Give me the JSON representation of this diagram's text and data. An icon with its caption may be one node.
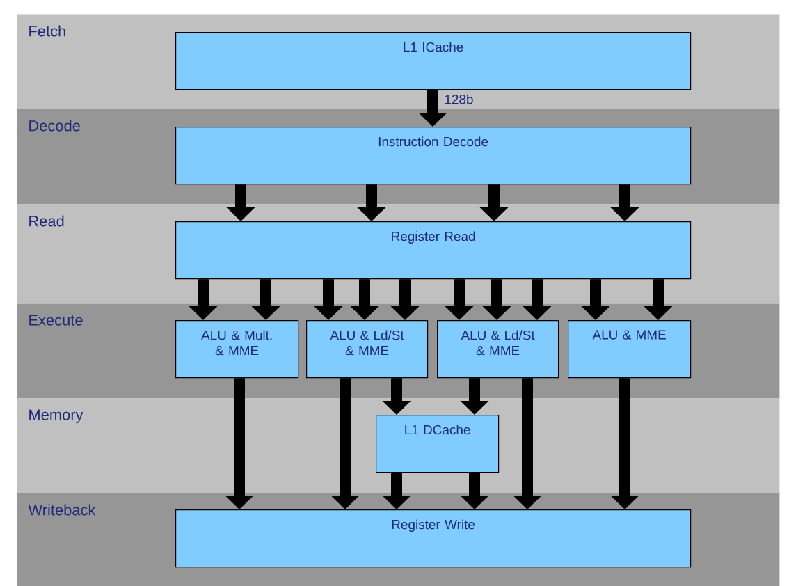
{
  "diagram": {
    "nodes": [
      {
        "text": [
          "Fetch"
        ]
      },
      {
        "text": [
          "L1 ICache"
        ],
        "in": 0
      },
      {
        "text": [
          "Decode"
        ]
      },
      {
        "text": [
          "Instruction Decode"
        ],
        "in": 2
      },
      {
        "text": [
          "Read"
        ]
      },
      {
        "text": [
          "Register Read"
        ],
        "in": 4
      },
      {
        "text": [
          "Execute"
        ]
      },
      {
        "text": [
          "ALU & Mult. & MME"
        ],
        "in": 6
      },
      {
        "text": [
          "ALU & Ld/St & MME"
        ],
        "in": 6
      },
      {
        "text": [
          "ALU & Ld/St & MME"
        ],
        "in": 6
      },
      {
        "text": [
          "ALU & MME"
        ],
        "in": 6
      },
      {
        "text": [
          "Memory"
        ]
      },
      {
        "text": [
          "L1 DCache"
        ],
        "in": 11
      },
      {
        "text": [
          "Writeback"
        ]
      },
      {
        "text": [
          "Register Write"
        ],
        "in": 13
      }
    ],
    "edges": [
      {
        "from": 1,
        "to": 3,
        "arrow": "to",
        "label": "128b"
      },
      {
        "from": 3,
        "to": 5,
        "arrow": "to"
      },
      {
        "from": 3,
        "to": 5,
        "arrow": "to"
      },
      {
        "from": 3,
        "to": 5,
        "arrow": "to"
      },
      {
        "from": 3,
        "to": 5,
        "arrow": "to"
      },
      {
        "from": 5,
        "to": 7,
        "arrow": "to"
      },
      {
        "from": 5,
        "to": 7,
        "arrow": "to"
      },
      {
        "from": 5,
        "to": 8,
        "arrow": "to"
      },
      {
        "from": 5,
        "to": 8,
        "arrow": "to"
      },
      {
        "from": 5,
        "to": 8,
        "arrow": "to"
      },
      {
        "from": 5,
        "to": 9,
        "arrow": "to"
      },
      {
        "from": 5,
        "to": 9,
        "arrow": "to"
      },
      {
        "from": 5,
        "to": 9,
        "arrow": "to"
      },
      {
        "from": 5,
        "to": 10,
        "arrow": "to"
      },
      {
        "from": 5,
        "to": 10,
        "arrow": "to"
      },
      {
        "from": 7,
        "to": 14,
        "arrow": "to"
      },
      {
        "from": 8,
        "to": 14,
        "arrow": "to"
      },
      {
        "from": 8,
        "to": 12,
        "arrow": "to"
      },
      {
        "from": 9,
        "to": 12,
        "arrow": "to"
      },
      {
        "from": 9,
        "to": 14,
        "arrow": "to"
      },
      {
        "from": 10,
        "to": 14,
        "arrow": "to"
      },
      {
        "from": 12,
        "to": 14,
        "arrow": "to"
      },
      {
        "from": 12,
        "to": 14,
        "arrow": "to"
      }
    ]
  }
}
